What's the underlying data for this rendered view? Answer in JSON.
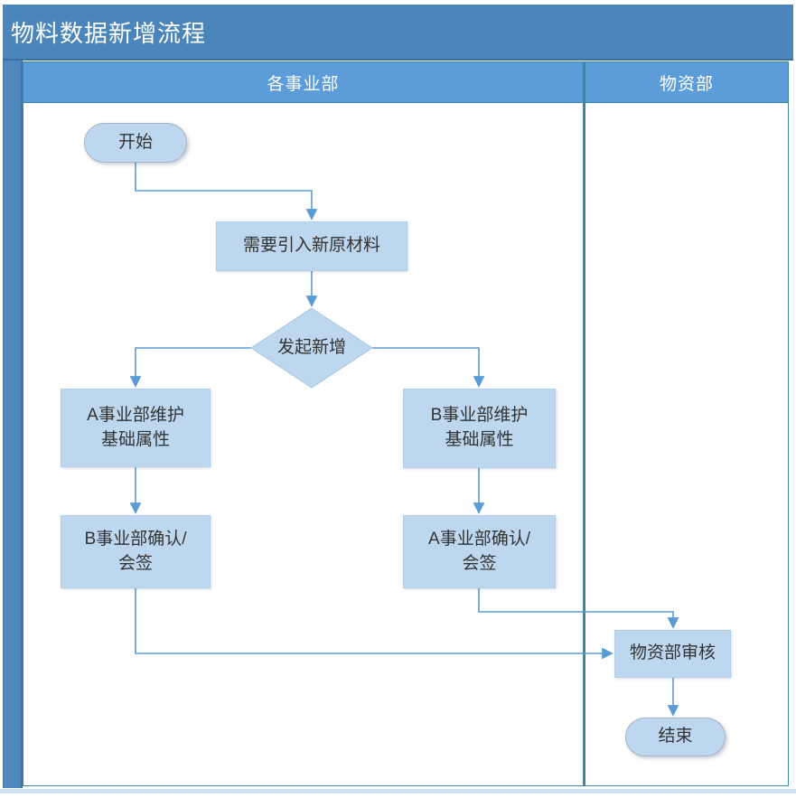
{
  "title": "物料数据新增流程",
  "lanes": [
    {
      "id": "business-divisions",
      "label": "各事业部"
    },
    {
      "id": "materials-dept",
      "label": "物资部"
    }
  ],
  "nodes": [
    {
      "id": "start",
      "type": "terminator",
      "label": "开始"
    },
    {
      "id": "need-new-material",
      "type": "process",
      "label": "需要引入新原材料"
    },
    {
      "id": "initiate-addition",
      "type": "decision",
      "label": "发起新增"
    },
    {
      "id": "a-maintain-attributes",
      "type": "process",
      "label": "A事业部维护\n基础属性"
    },
    {
      "id": "b-maintain-attributes",
      "type": "process",
      "label": "B事业部维护\n基础属性"
    },
    {
      "id": "b-confirm-countersign",
      "type": "process",
      "label": "B事业部确认/\n会签"
    },
    {
      "id": "a-confirm-countersign",
      "type": "process",
      "label": "A事业部确认/\n会签"
    },
    {
      "id": "materials-dept-review",
      "type": "process",
      "label": "物资部审核"
    },
    {
      "id": "end",
      "type": "terminator",
      "label": "结束"
    }
  ],
  "colors": {
    "titlebar-fill": "#4a86ba",
    "strip-fill": "#4e88bc",
    "header-fill": "#5b9cd9",
    "node-fill": "#bdd7ee",
    "accent": "#5b9bd5",
    "lane-border": "#3a86a3",
    "node-text": "#333333",
    "bottom-strip": "#cfe1f2"
  }
}
